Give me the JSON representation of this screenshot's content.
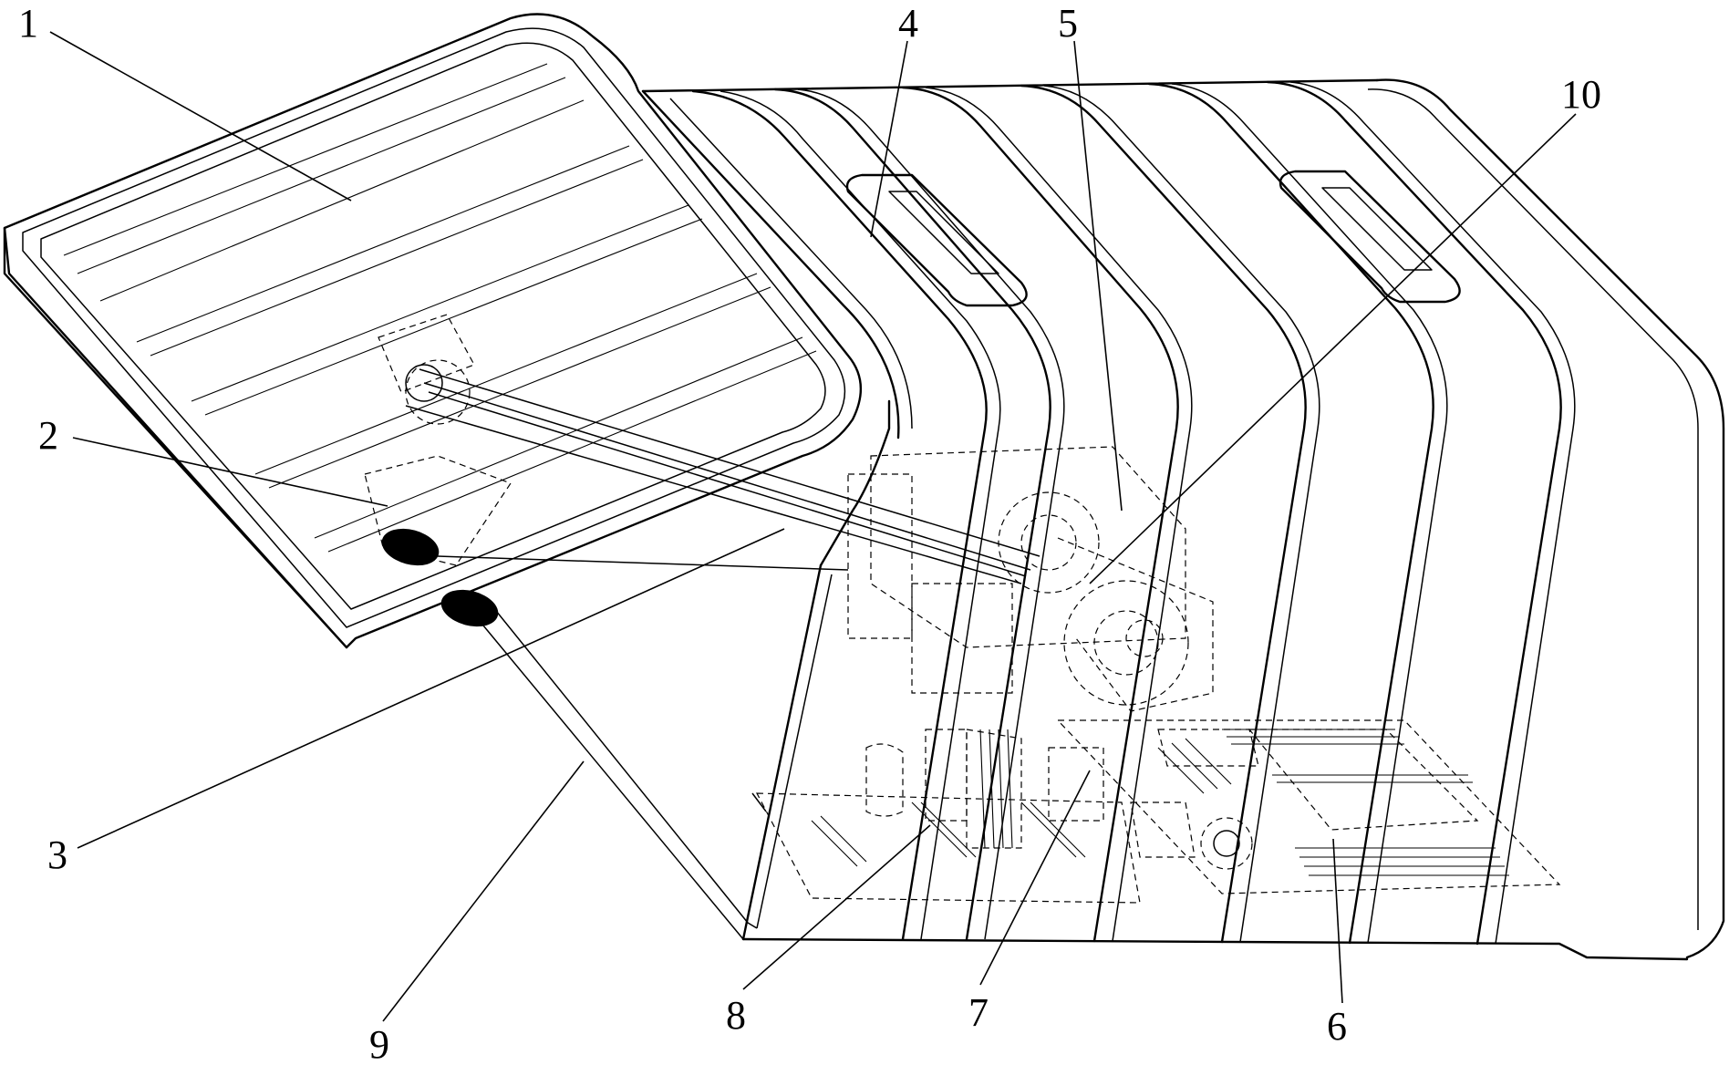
{
  "figure": {
    "background": "#ffffff",
    "line_color": "#000000",
    "labels": [
      {
        "id": "1",
        "text": "1"
      },
      {
        "id": "2",
        "text": "2"
      },
      {
        "id": "3",
        "text": "3"
      },
      {
        "id": "4",
        "text": "4"
      },
      {
        "id": "5",
        "text": "5"
      },
      {
        "id": "6",
        "text": "6"
      },
      {
        "id": "7",
        "text": "7"
      },
      {
        "id": "8",
        "text": "8"
      },
      {
        "id": "9",
        "text": "9"
      },
      {
        "id": "10",
        "text": "10"
      }
    ]
  }
}
